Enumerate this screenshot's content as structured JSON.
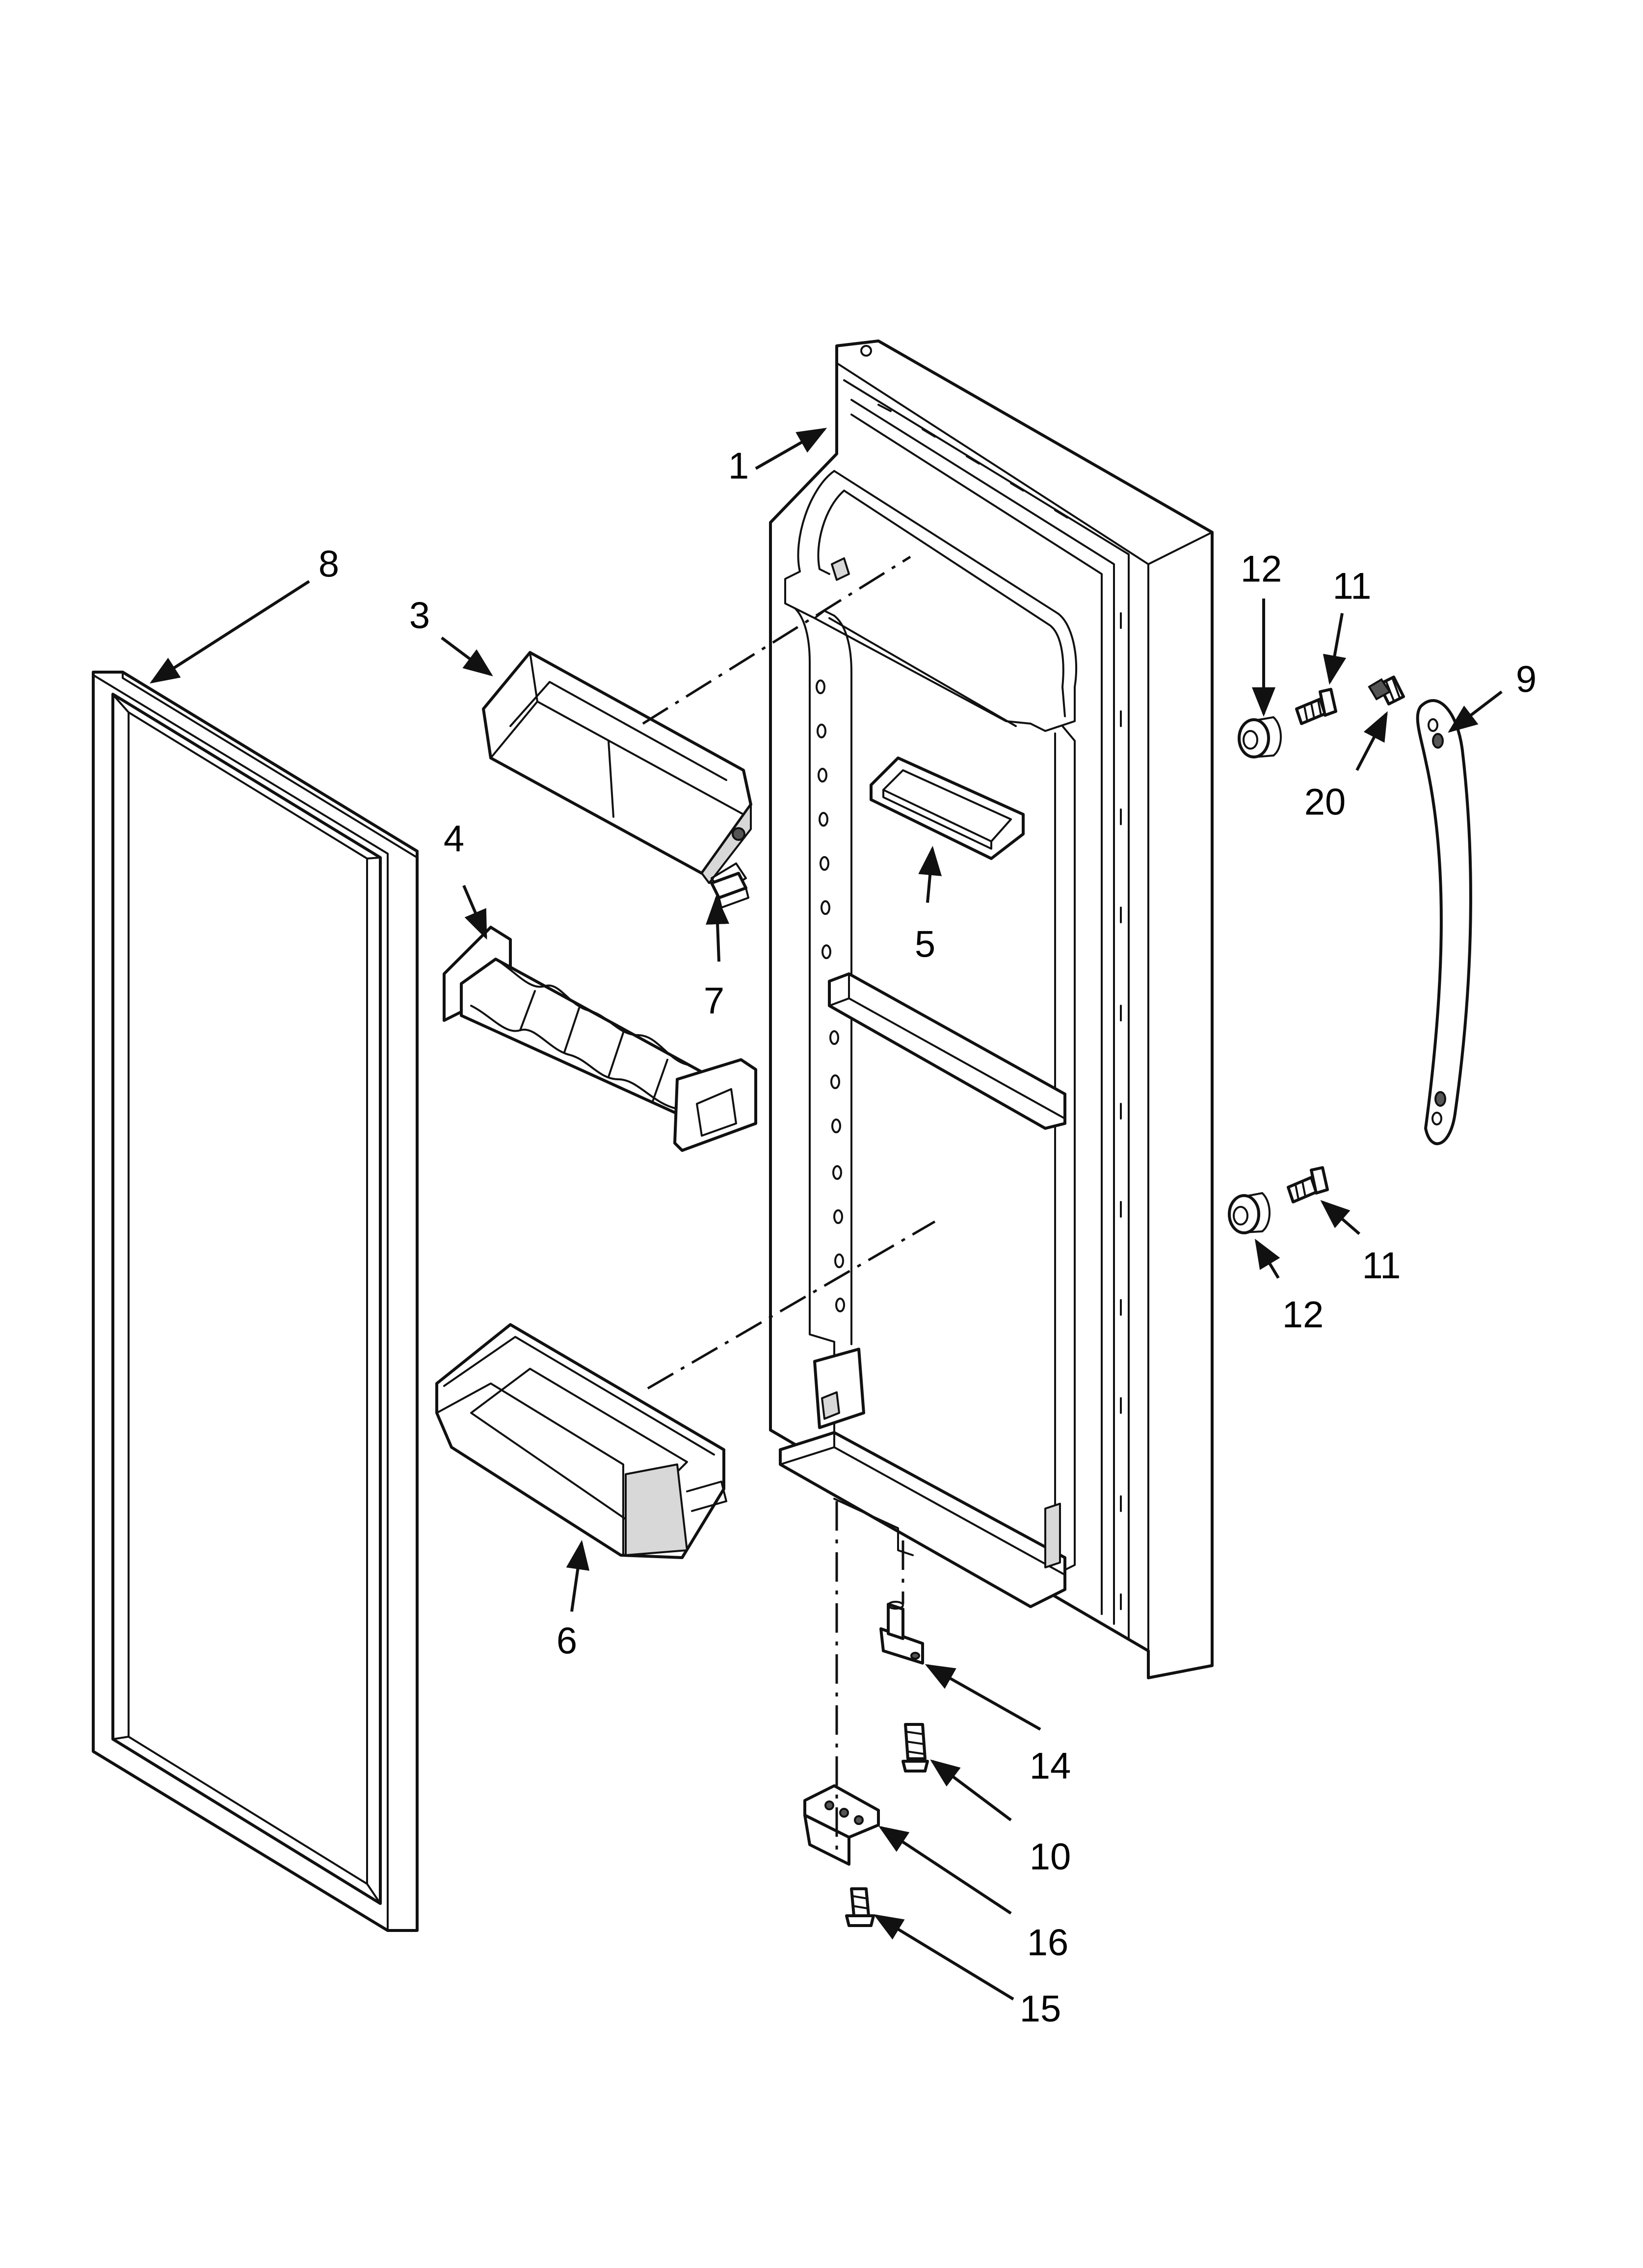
{
  "callouts": {
    "c1": "1",
    "c3": "3",
    "c4": "4",
    "c5": "5",
    "c6": "6",
    "c7": "7",
    "c8": "8",
    "c9": "9",
    "c10": "10",
    "c11a": "11",
    "c11b": "11",
    "c12a": "12",
    "c12b": "12",
    "c14": "14",
    "c15": "15",
    "c16": "16",
    "c20": "20"
  },
  "parts": [
    {
      "callout": "1",
      "name": "door-liner-assembly"
    },
    {
      "callout": "3",
      "name": "dairy-door"
    },
    {
      "callout": "4",
      "name": "egg-shelf"
    },
    {
      "callout": "5",
      "name": "small-bin"
    },
    {
      "callout": "6",
      "name": "door-bin"
    },
    {
      "callout": "7",
      "name": "hinge-pin"
    },
    {
      "callout": "8",
      "name": "door-gasket"
    },
    {
      "callout": "9",
      "name": "handle"
    },
    {
      "callout": "10",
      "name": "screw"
    },
    {
      "callout": "11",
      "name": "screw"
    },
    {
      "callout": "12",
      "name": "spacer"
    },
    {
      "callout": "14",
      "name": "hinge-pin"
    },
    {
      "callout": "15",
      "name": "screw"
    },
    {
      "callout": "16",
      "name": "hinge"
    },
    {
      "callout": "20",
      "name": "screw"
    }
  ]
}
